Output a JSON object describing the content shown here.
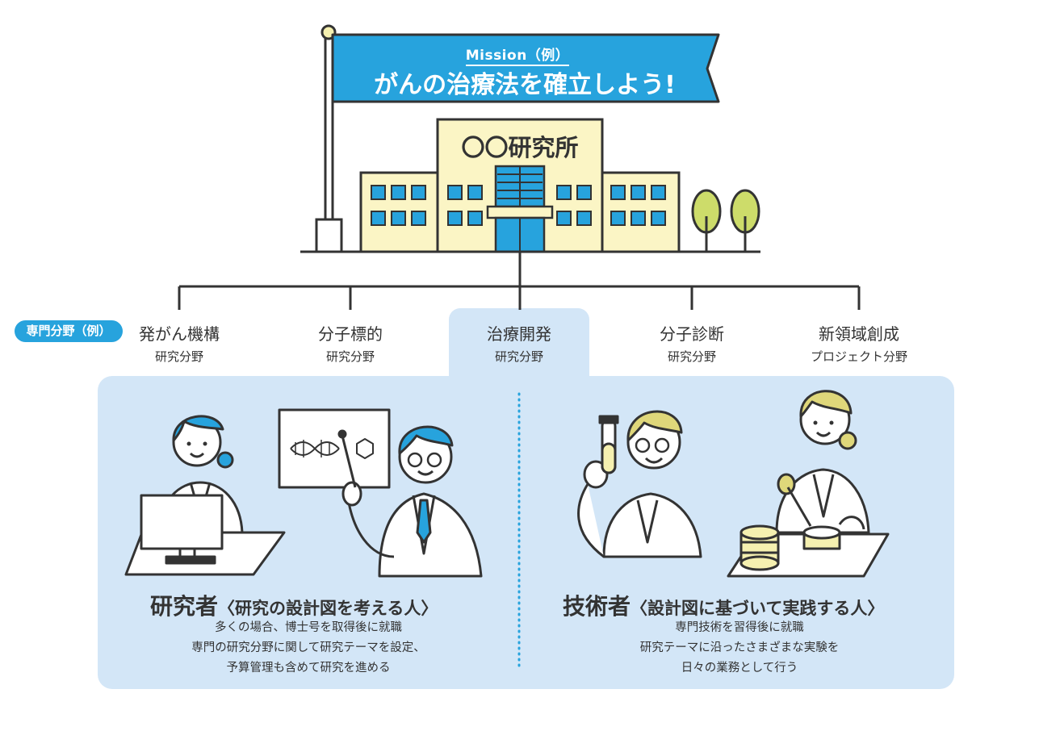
{
  "mission": {
    "label": "Mission（例）",
    "title": "がんの治療法を確立しよう!"
  },
  "institute": {
    "name": "〇〇研究所"
  },
  "divisions": {
    "badge": "専門分野（例）",
    "items": [
      {
        "name": "発がん機構",
        "sub": "研究分野"
      },
      {
        "name": "分子標的",
        "sub": "研究分野"
      },
      {
        "name": "治療開発",
        "sub": "研究分野"
      },
      {
        "name": "分子診断",
        "sub": "研究分野"
      },
      {
        "name": "新領域創成",
        "sub": "プロジェクト分野"
      }
    ],
    "highlighted_index": 2
  },
  "roles": {
    "researcher": {
      "name": "研究者",
      "definition": "〈研究の設計図を考える人〉",
      "lines": [
        "多くの場合、博士号を取得後に就職",
        "専門の研究分野に関して研究テーマを設定、",
        "予算管理も含めて研究を進める"
      ]
    },
    "technician": {
      "name": "技術者",
      "definition": "〈設計図に基づいて実践する人〉",
      "lines": [
        "専門技術を習得後に就職",
        "研究テーマに沿ったさまざまな実験を",
        "日々の業務として行う"
      ]
    }
  },
  "colors": {
    "accent": "#27a3dd",
    "panel": "#d3e6f7",
    "building": "#fbf5c5",
    "window": "#27a3dd",
    "tree": "#cddc6a",
    "line": "#333333",
    "hair_blue": "#27a3dd",
    "hair_yellow": "#dfd77a"
  }
}
